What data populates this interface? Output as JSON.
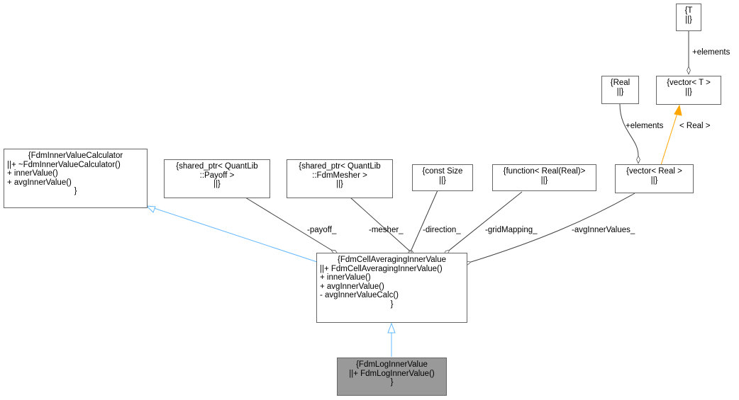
{
  "colors": {
    "node_border": "#666666",
    "highlight_fill": "#999999",
    "inheritance_edge": "#63B8FF",
    "template_edge": "#FFA500",
    "composition_edge": "#404040"
  },
  "nodes": {
    "calculator": {
      "lines": [
        "{FdmInnerValueCalculator",
        "||+ ~FdmInnerValueCalculator()",
        "+ innerValue()",
        "+ avgInnerValue()",
        "}"
      ]
    },
    "payoff": {
      "lines": [
        "{shared_ptr< QuantLib",
        "::Payoff >",
        "||}"
      ]
    },
    "mesher": {
      "lines": [
        "{shared_ptr< QuantLib",
        "::FdmMesher >",
        "||}"
      ]
    },
    "size": {
      "lines": [
        "{const Size",
        "||}"
      ]
    },
    "function": {
      "lines": [
        "{function< Real(Real)>",
        "||}"
      ]
    },
    "vector_real": {
      "lines": [
        "{vector< Real >",
        "||}"
      ]
    },
    "real": {
      "lines": [
        "{Real",
        "||}"
      ]
    },
    "vector_t": {
      "lines": [
        "{vector< T >",
        "||}"
      ]
    },
    "t": {
      "lines": [
        "{T",
        "||}"
      ]
    },
    "cell": {
      "lines": [
        "{FdmCellAveragingInnerValue",
        "||+ FdmCellAveragingInnerValue()",
        "+ innerValue()",
        "+ avgInnerValue()",
        "- avgInnerValueCalc()",
        "}"
      ]
    },
    "log": {
      "lines": [
        "{FdmLogInnerValue",
        "||+ FdmLogInnerValue()",
        "}"
      ]
    }
  },
  "edge_labels": {
    "payoff": "-payoff_",
    "mesher": "-mesher_",
    "direction": "-direction_",
    "grid_mapping": "-gridMapping_",
    "avg_inner_values": "-avgInnerValues_",
    "elements_real": "+elements",
    "template_real": "< Real >",
    "elements_t": "+elements"
  }
}
